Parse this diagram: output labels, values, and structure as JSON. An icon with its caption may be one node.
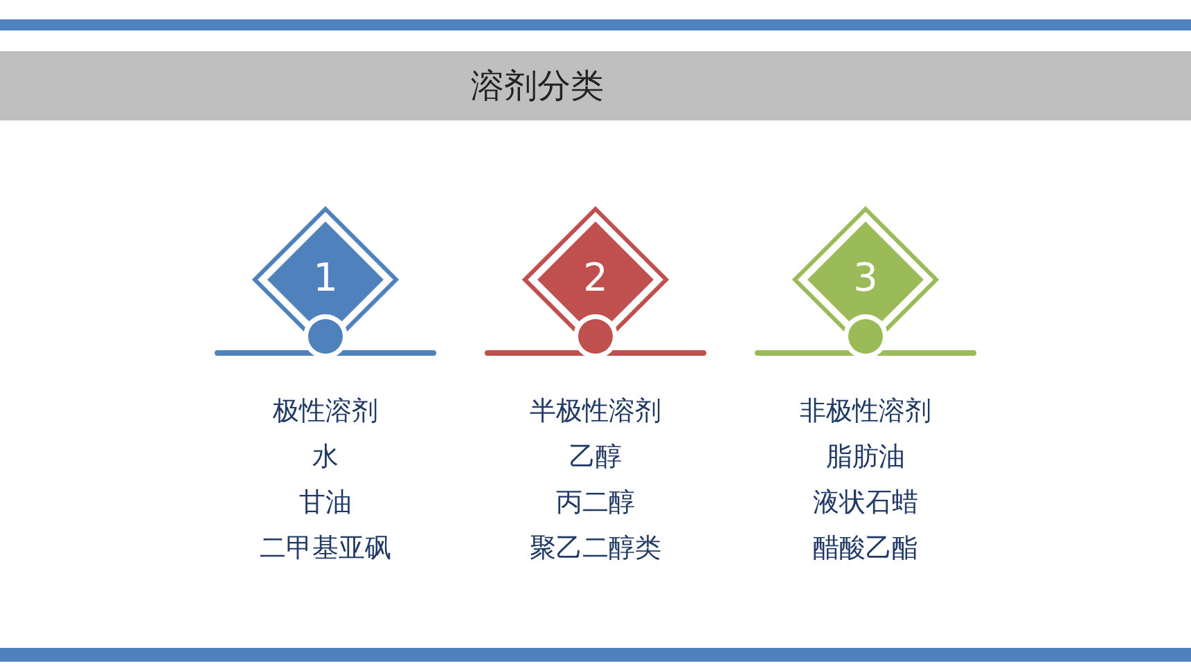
{
  "diagram": {
    "title": "溶剂分类",
    "nodes": [
      {
        "text": [
          "1"
        ],
        "beside": [
          "极性溶剂",
          "水",
          "甘油",
          "二甲基亚砜"
        ]
      },
      {
        "text": [
          "2"
        ],
        "beside": [
          "半极性溶剂",
          "乙醇",
          "丙二醇",
          "聚乙二醇类"
        ]
      },
      {
        "text": [
          "3"
        ],
        "beside": [
          "非极性溶剂",
          "脂肪油",
          "液状石蜡",
          "醋酸乙酯"
        ]
      }
    ],
    "edges": []
  }
}
